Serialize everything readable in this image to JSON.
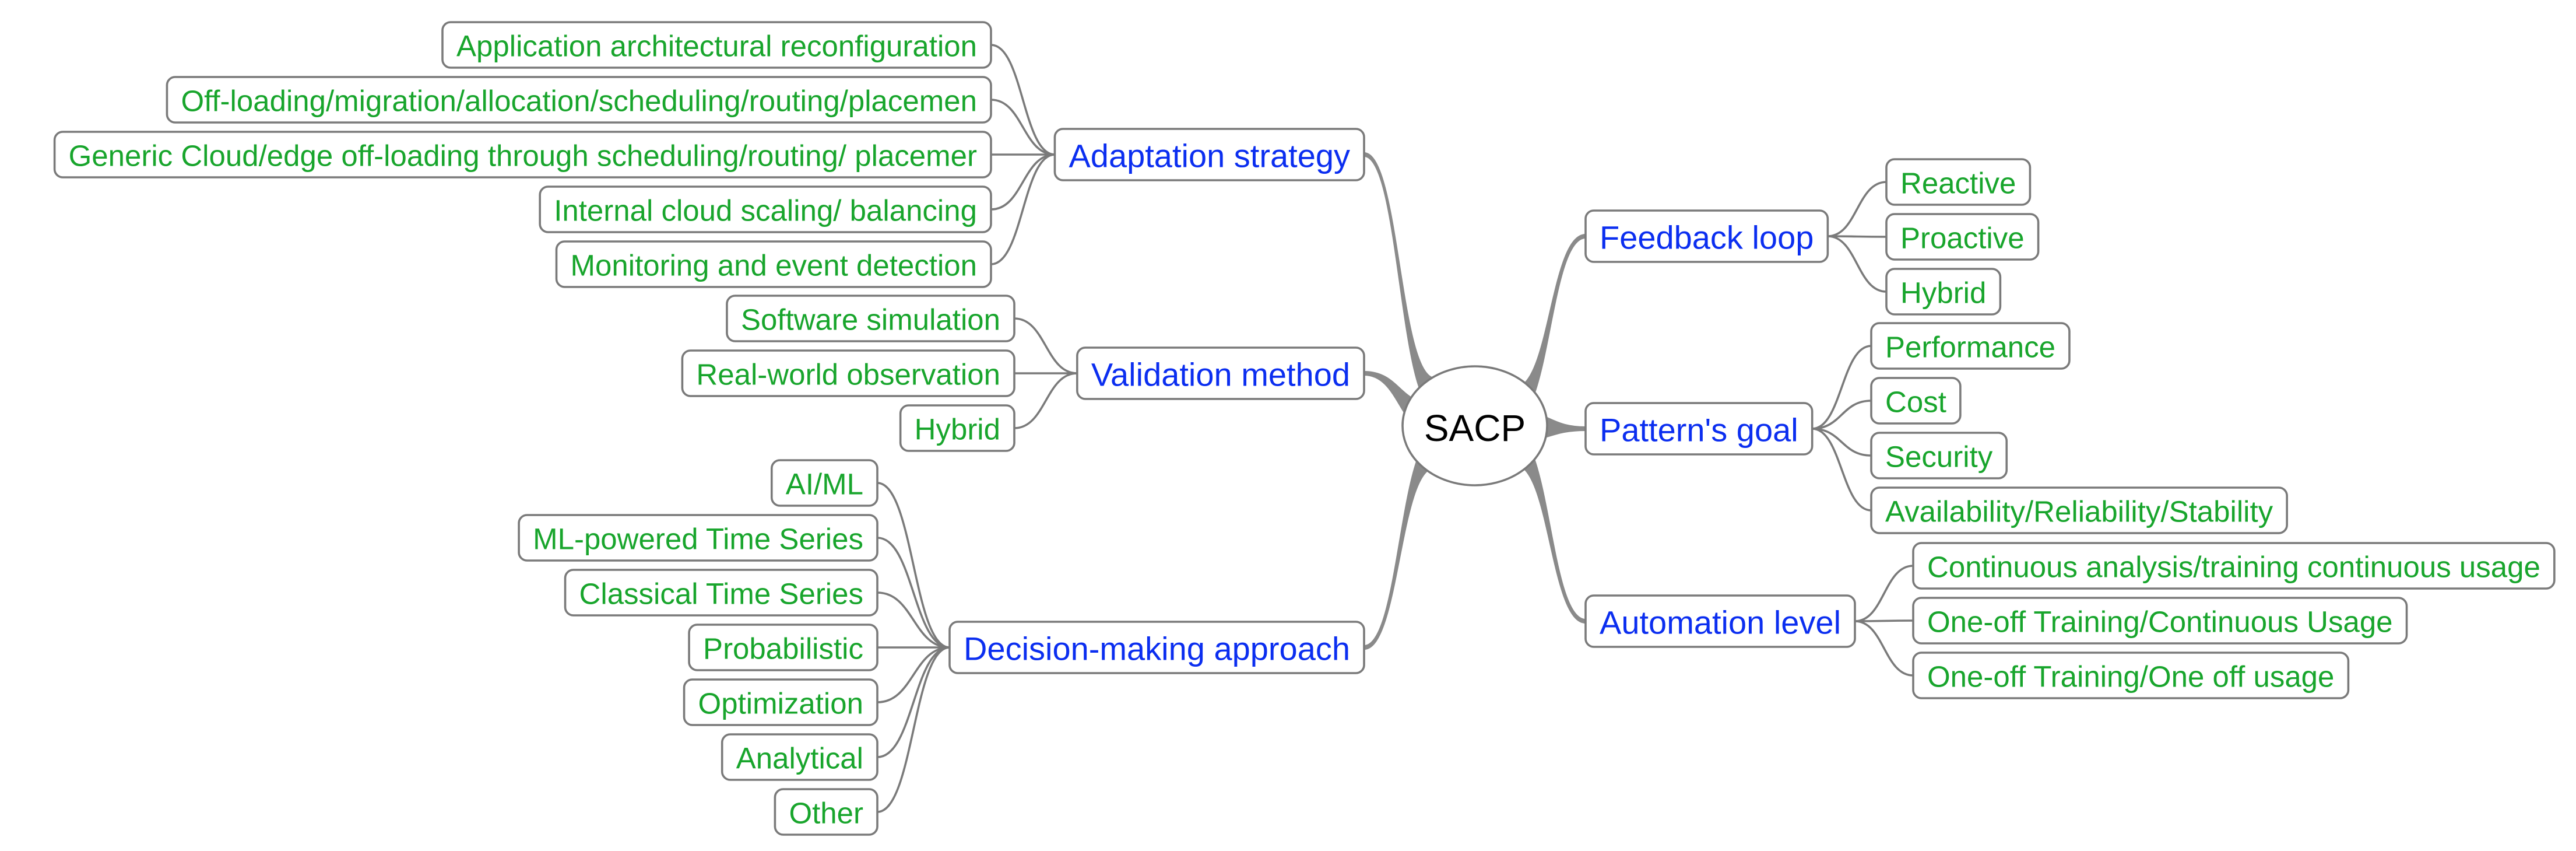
{
  "center": {
    "label": "SACP"
  },
  "left": [
    {
      "label": "Adaptation strategy",
      "children": [
        "Application architectural reconfiguration",
        "Off-loading/migration/allocation/scheduling/routing/placemen",
        "Generic Cloud/edge off-loading through scheduling/routing/ placemer",
        "Internal cloud scaling/ balancing",
        "Monitoring and event detection"
      ]
    },
    {
      "label": "Validation method",
      "children": [
        "Software simulation",
        "Real-world observation",
        "Hybrid"
      ]
    },
    {
      "label": "Decision-making approach",
      "children": [
        "AI/ML",
        "ML-powered Time Series",
        "Classical Time Series",
        "Probabilistic",
        "Optimization",
        "Analytical",
        "Other"
      ]
    }
  ],
  "right": [
    {
      "label": "Feedback loop",
      "children": [
        "Reactive",
        "Proactive",
        "Hybrid"
      ]
    },
    {
      "label": "Pattern's goal",
      "children": [
        "Performance",
        "Cost",
        "Security",
        "Availability/Reliability/Stability"
      ]
    },
    {
      "label": "Automation level",
      "children": [
        "Continuous analysis/training continuous usage",
        "One-off Training/Continuous Usage",
        "One-off Training/One off usage"
      ]
    }
  ]
}
